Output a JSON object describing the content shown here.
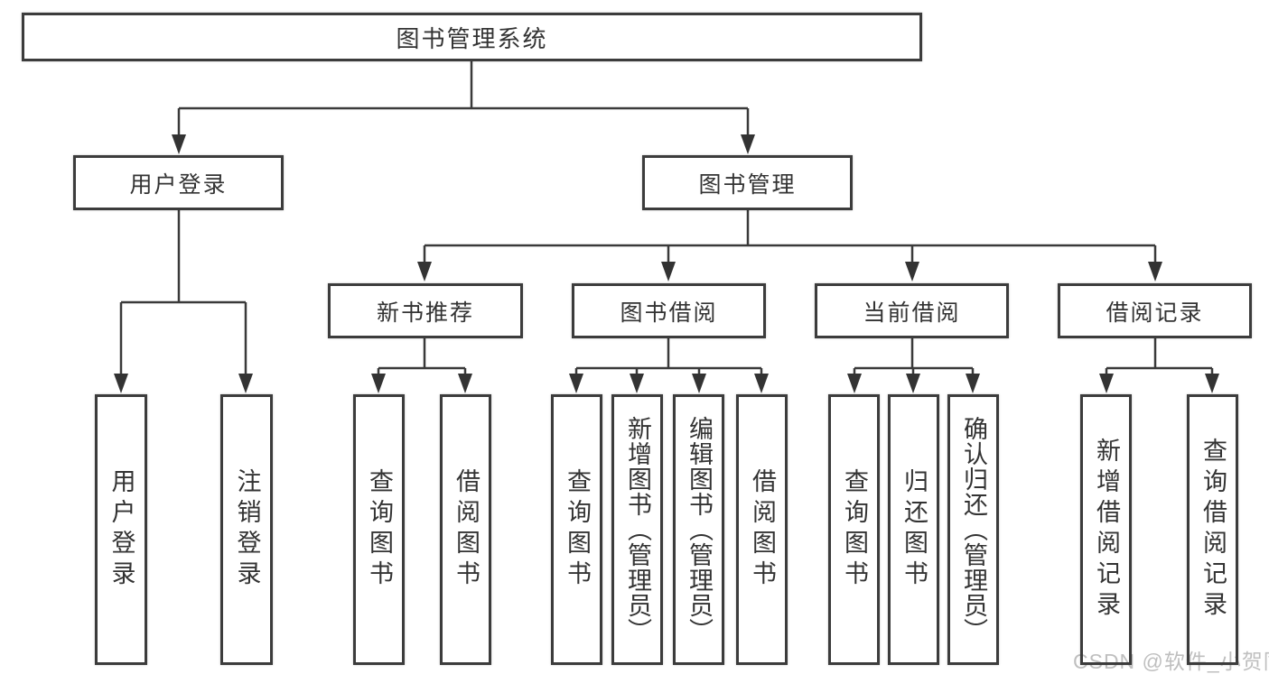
{
  "tree": {
    "root": {
      "label": "图书管理系统"
    },
    "children": [
      {
        "label": "用户登录",
        "children": [
          {
            "label": "用户登录"
          },
          {
            "label": "注销登录"
          }
        ]
      },
      {
        "label": "图书管理",
        "children": [
          {
            "label": "新书推荐",
            "children": [
              {
                "label": "查询图书"
              },
              {
                "label": "借阅图书"
              }
            ]
          },
          {
            "label": "图书借阅",
            "children": [
              {
                "label": "查询图书"
              },
              {
                "label": "新增图书（管理员）"
              },
              {
                "label": "编辑图书（管理员）"
              },
              {
                "label": "借阅图书"
              }
            ]
          },
          {
            "label": "当前借阅",
            "children": [
              {
                "label": "查询图书"
              },
              {
                "label": "归还图书"
              },
              {
                "label": "确认归还（管理员）"
              }
            ]
          },
          {
            "label": "借阅记录",
            "children": [
              {
                "label": "新增借阅记录"
              },
              {
                "label": "查询借阅记录"
              }
            ]
          }
        ]
      }
    ]
  },
  "watermark": {
    "text": "CSDN @软件_小贺同学"
  },
  "colors": {
    "line": "#3a3a3a",
    "box_border": "#3c3c3c",
    "text": "#333333",
    "watermark": "#bfbfbf",
    "background": "#ffffff"
  }
}
